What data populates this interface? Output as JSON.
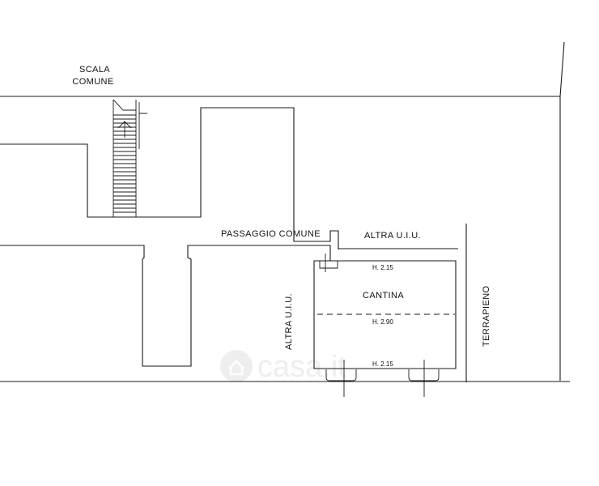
{
  "labels": {
    "scala_line1": "SCALA",
    "scala_line2": "COMUNE",
    "passaggio": "PASSAGGIO COMUNE",
    "altra_uiu_top": "ALTRA U.I.U.",
    "altra_uiu_left": "ALTRA U.I.U.",
    "cantina": "CANTINA",
    "terrapieno": "TERRAPIENO",
    "height_top": "H. 2.15",
    "height_mid": "H. 2.90",
    "height_bottom": "H. 2.15"
  },
  "watermark": {
    "text": "casa.it"
  },
  "colors": {
    "line": "#1a1a1a",
    "background": "#ffffff",
    "watermark": "#eeeeee"
  }
}
